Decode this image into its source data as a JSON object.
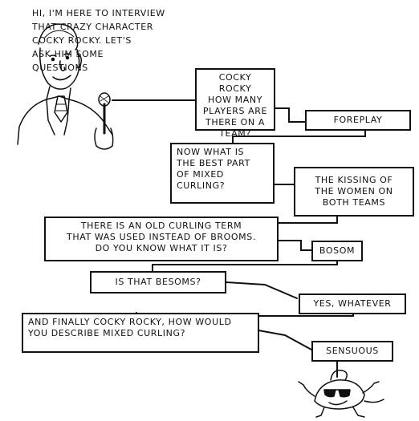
{
  "interviewer_caption": "Hi, I'm here to interview\nthat crazy character\nCocky Rocky. Let's\nask him some\nquestions",
  "questions": [
    "Cocky Rocky\nhow many\nplayers are\nthere on a\nteam?",
    "Now what is\nthe best part\nof mixed\ncurling?",
    "There is an old curling term\nthat was used instead of brooms.\nDo you know what it is?",
    "Is that Besoms?",
    "And finally Cocky Rocky, how would\nyou describe mixed curling?"
  ],
  "answers": [
    "Foreplay",
    "The kissing of\nthe women on\nboth teams",
    "Bosom",
    "Yes, whatever",
    "Sensuous"
  ]
}
